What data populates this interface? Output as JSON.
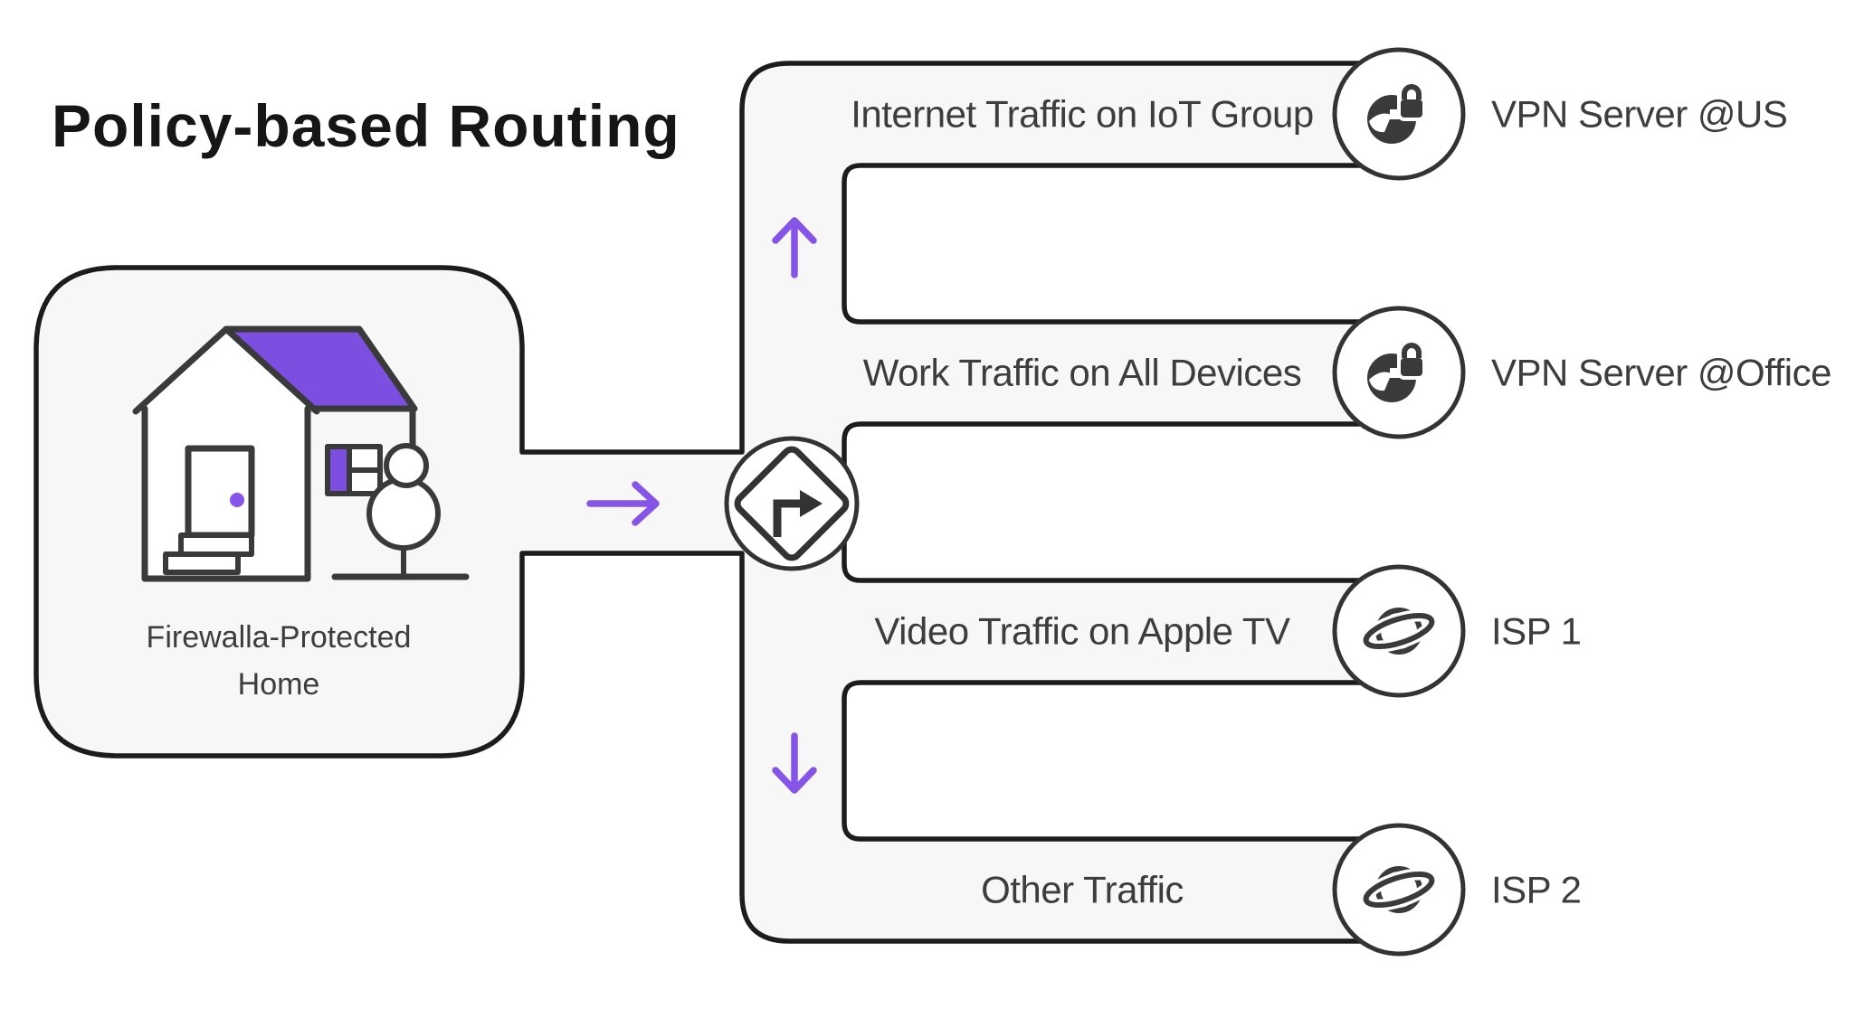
{
  "title": "Policy-based Routing",
  "home": {
    "label_line1": "Firewalla-Protected",
    "label_line2": "Home",
    "icon": "house-icon"
  },
  "router": {
    "icon": "turn-right-sign-icon"
  },
  "flow_arrows": {
    "to_router": "arrow-right",
    "upstream": "arrow-up",
    "downstream": "arrow-down"
  },
  "routes": [
    {
      "traffic": "Internet Traffic on IoT Group",
      "destination": "VPN Server @US",
      "dest_icon": "globe-lock-icon"
    },
    {
      "traffic": "Work Traffic on All Devices",
      "destination": "VPN Server @Office",
      "dest_icon": "globe-lock-icon"
    },
    {
      "traffic": "Video Traffic on Apple TV",
      "destination": "ISP 1",
      "dest_icon": "planet-icon"
    },
    {
      "traffic": "Other Traffic",
      "destination": "ISP 2",
      "dest_icon": "planet-icon"
    }
  ],
  "colors": {
    "purple": "#7C4FE0",
    "arrow_purple": "#8655E8",
    "outline": "#1C1C1C",
    "icon_dark": "#3A3A3A",
    "shape_fill": "#F7F7F7",
    "text": "#3D3D3D",
    "background": "#FFFFFF"
  }
}
